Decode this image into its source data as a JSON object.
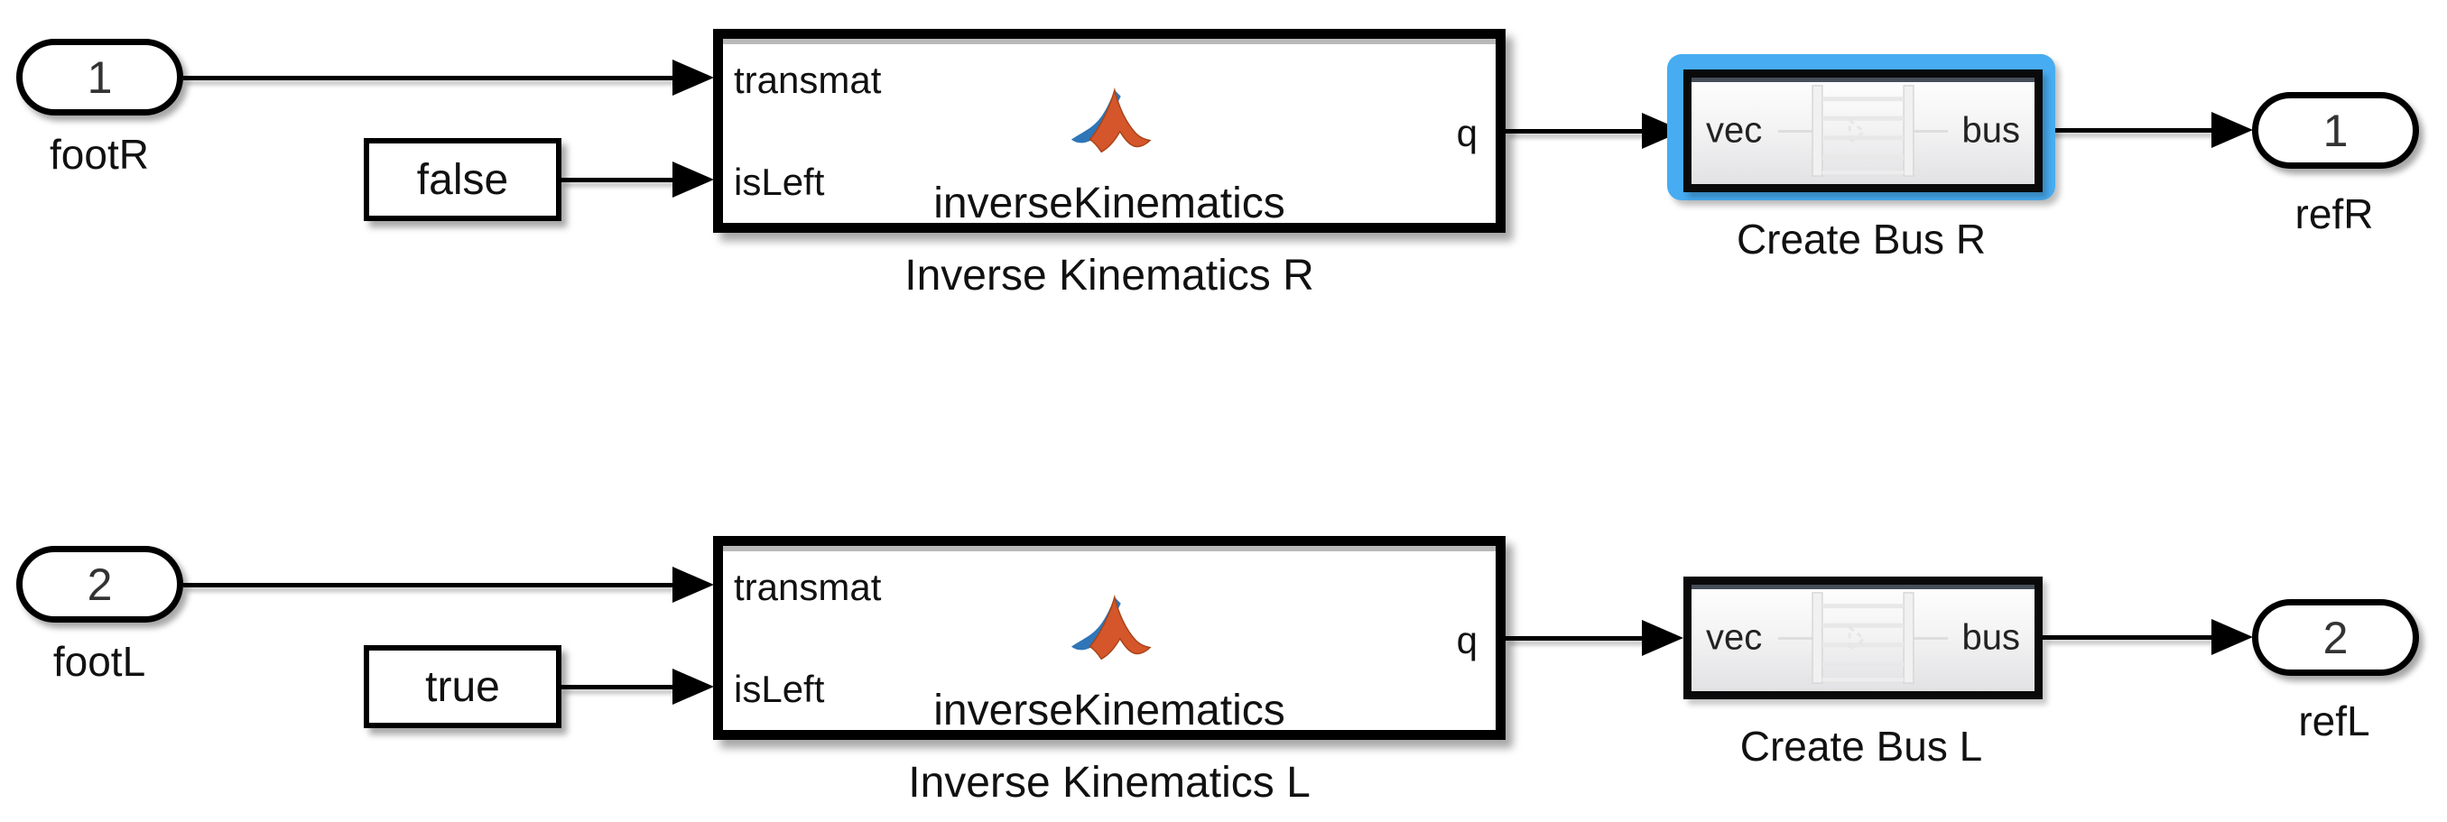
{
  "diagram": {
    "type": "simulink-block-diagram",
    "background_color": "#ffffff",
    "selection_color": "#47ACF1",
    "wire_color": "#000000",
    "matlab_logo_colors": {
      "orange": "#d4562a",
      "blue": "#2e76b8"
    },
    "rows": [
      {
        "side": "right",
        "inport": {
          "number": "1",
          "name": "footR"
        },
        "constant": {
          "value": "false"
        },
        "function_block": {
          "port_in1": "transmat",
          "port_in2": "isLeft",
          "port_out": "q",
          "function_name": "inverseKinematics",
          "label": "Inverse Kinematics R"
        },
        "bus_block": {
          "port_in": "vec",
          "port_out": "bus",
          "label": "Create Bus R",
          "selected": true
        },
        "outport": {
          "number": "1",
          "name": "refR"
        }
      },
      {
        "side": "left",
        "inport": {
          "number": "2",
          "name": "footL"
        },
        "constant": {
          "value": "true"
        },
        "function_block": {
          "port_in1": "transmat",
          "port_in2": "isLeft",
          "port_out": "q",
          "function_name": "inverseKinematics",
          "label": "Inverse Kinematics L"
        },
        "bus_block": {
          "port_in": "vec",
          "port_out": "bus",
          "label": "Create Bus L",
          "selected": false
        },
        "outport": {
          "number": "2",
          "name": "refL"
        }
      }
    ]
  }
}
